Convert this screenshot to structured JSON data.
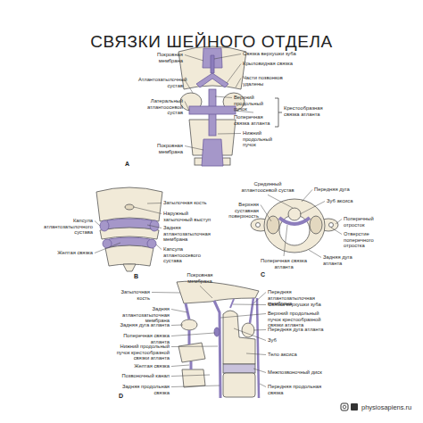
{
  "diagram": {
    "title": "СВЯЗКИ ШЕЙНОГО ОТДЕЛА",
    "labels": [
      "Покровная мембрана",
      "Атлантозатылочный сустав",
      "Латеральный атлантоосевой сустав",
      "Покровная мембрана",
      "A",
      "Связка верхушки зуба",
      "Крыловидная связка",
      "Части позвонков удалены",
      "Верхний продольный пучок",
      "Поперечная связка атланта",
      "Крестообразная связка атланта",
      "Нижний продольный пучок",
      "Затылочная кость",
      "Наружный затылочный выступ",
      "Задняя атлантозатылочная мембрана",
      "Капсула атлантозатылочного сустава",
      "Желтая связка",
      "Капсула атлантоосевого сустава",
      "B",
      "Срединный атлантоосевой сустав",
      "Передняя дуга",
      "Зуб аксиса",
      "Верхняя суставная поверхность",
      "Поперечный отросток",
      "Отверстие поперечного отростка",
      "Поперечная связка атланта",
      "Задняя дуга атланта",
      "C",
      "Затылочная кость",
      "Покровная мембрана",
      "Задняя атлантозатылочная мембрана",
      "Задняя дуга атланта",
      "Поперечная связка атланта",
      "Нижний продольный пучок крестообразной связки атланта",
      "Желтая связка",
      "Позвоночный канал",
      "Задняя продольная связка",
      "D",
      "Передняя атлантозатылочная мембрана",
      "Связка верхушки зуба",
      "Верхний продольный пучок крестообразной связки атланта",
      "Передняя дуга атланта",
      "Зуб",
      "Тело аксиса",
      "Межпозвоночный диск",
      "Передняя продольная связка",
      "physiosapiens.ru"
    ]
  }
}
